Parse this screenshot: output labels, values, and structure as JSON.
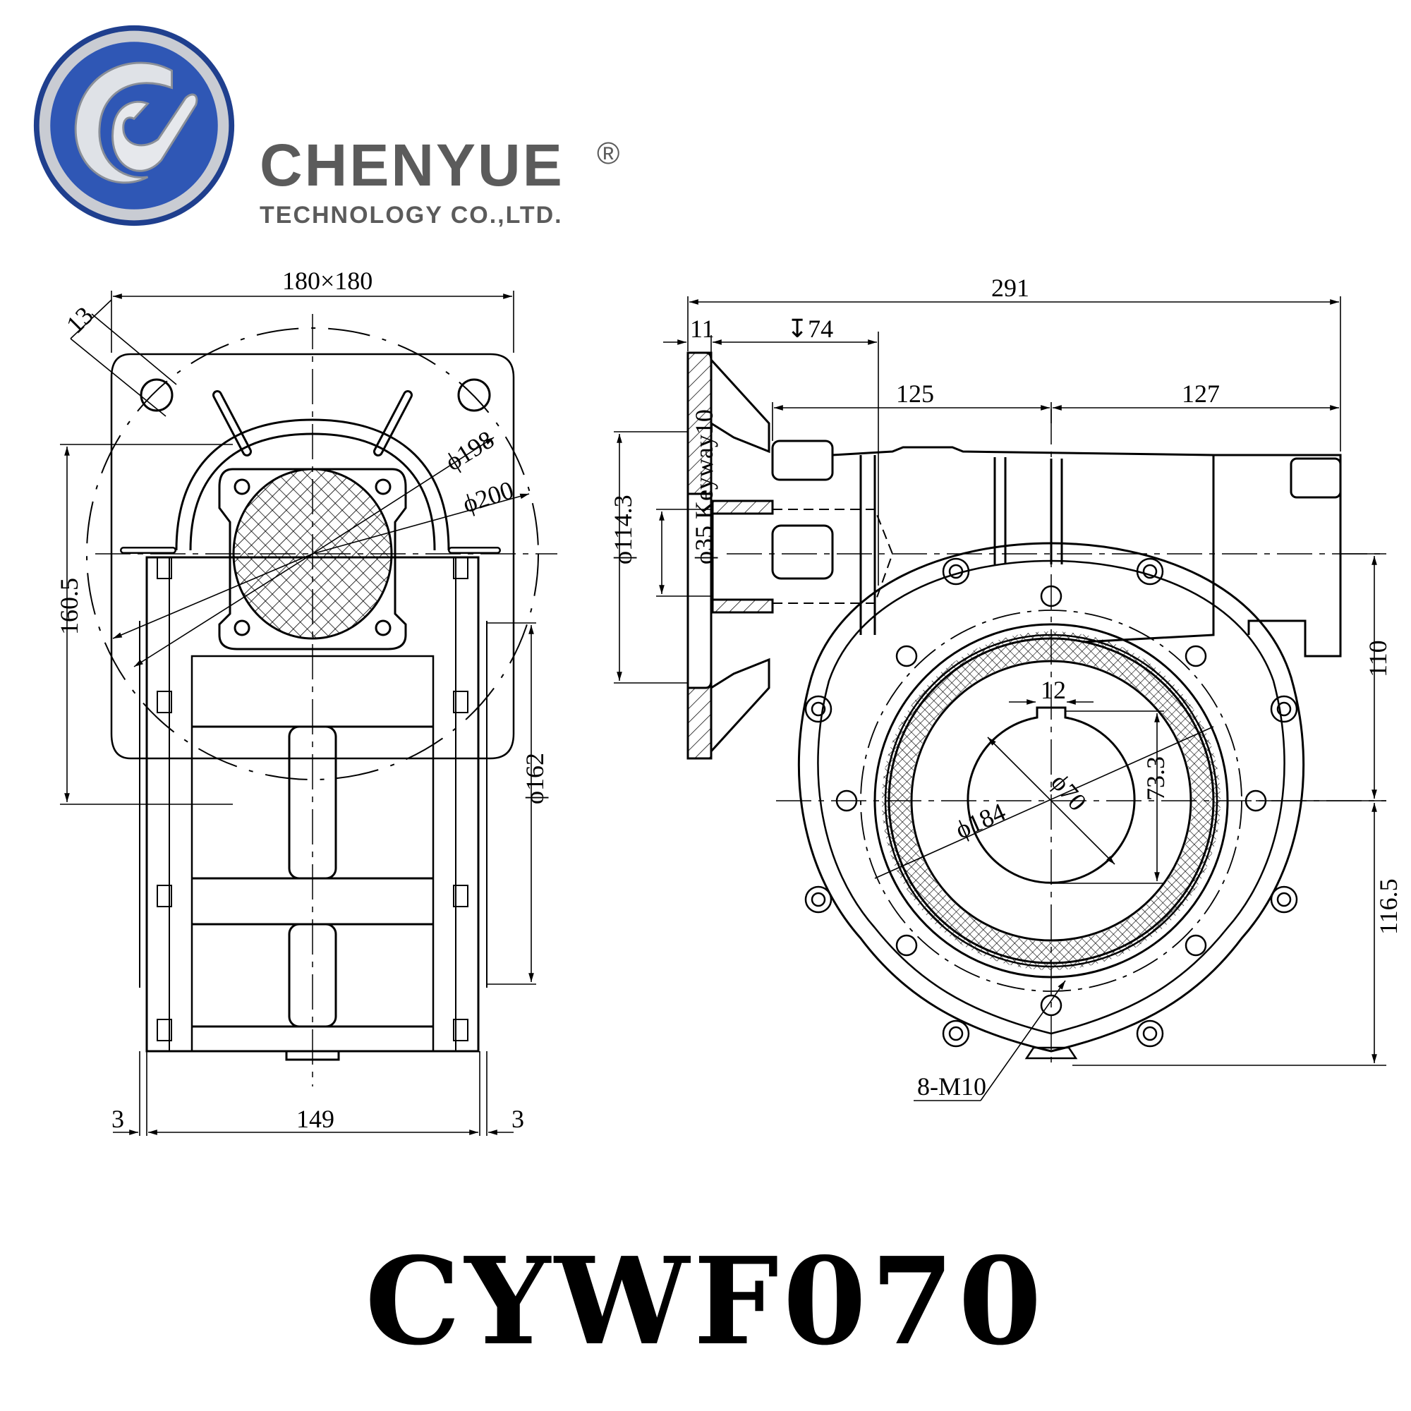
{
  "brand": {
    "name": "CHENYUE",
    "registered_mark": "®",
    "subtitle": "TECHNOLOGY CO.,LTD.",
    "logo": "cy-logo-icon",
    "colors": {
      "logo_blue": "#2f57b5",
      "logo_silver": "#d6d9de",
      "text_gray": "#5b5b5b"
    }
  },
  "model": {
    "name": "CYWF070"
  },
  "front_view": {
    "flange_size": "180×180",
    "hole_dia": "13",
    "dia_198": "ϕ198",
    "dia_200": "ϕ200",
    "height_160_5": "160.5",
    "dia_162": "ϕ162",
    "width_149": "149",
    "offset_left": "3",
    "offset_right": "3"
  },
  "side_view": {
    "overall_length": "291",
    "flange_thickness": "11",
    "depth_74": "↧74",
    "len_125": "125",
    "len_127": "127",
    "dia_114_3": "ϕ114.3",
    "input_bore": "ϕ35 Keyway10",
    "keyway_12": "12",
    "bore_70": "ϕ70",
    "pcd_184": "ϕ184",
    "key_height": "73.3",
    "height_110": "110",
    "height_116_5": "116.5",
    "bolt_holes": "8-M10"
  }
}
